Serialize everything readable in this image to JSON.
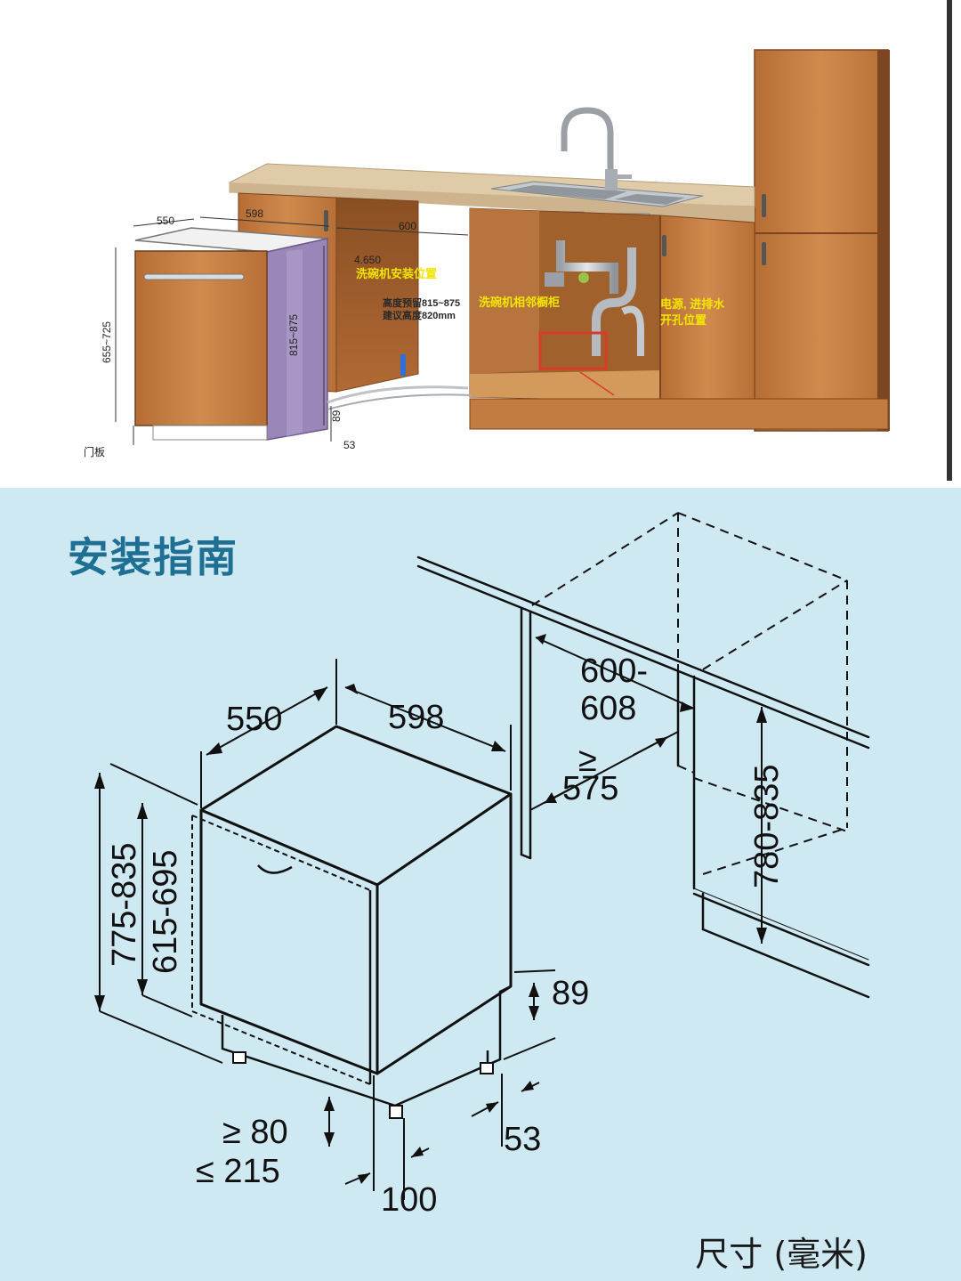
{
  "top_illustration": {
    "dims": {
      "width_depth": "550",
      "width_front": "598",
      "opening_width": "600",
      "height_body": "655~725",
      "height_side": "815~875",
      "plinth_height": "89",
      "toe_depth": "53",
      "opening_small": "4.650"
    },
    "labels": {
      "install_position": "洗碗机安装位置",
      "height_reserved": "高度预留815~875",
      "height_suggested": "建议高度820mm",
      "adjacent_cabinet": "洗碗机相邻橱柜",
      "power_water_line1": "电源, 进排水",
      "power_water_line2": "开孔位置",
      "door_panel": "门板"
    }
  },
  "guide": {
    "title": "安装指南",
    "dims": {
      "depth": "550",
      "width": "598",
      "niche_width_line1": "600-",
      "niche_width_line2": "608",
      "min_depth_symbol": "≥",
      "min_depth": "575",
      "niche_height": "780-835",
      "total_height": "775-835",
      "door_height": "615-695",
      "plinth_height": "89",
      "toe_depth": "53",
      "foot_min": "≥ 80",
      "foot_max": "≤ 215",
      "foot_offset": "100"
    },
    "unit_label": "尺寸 (毫米)"
  },
  "colors": {
    "panel_background": "#cfe9f3",
    "title_color": "#1f6f93",
    "wood": "#c8824a",
    "counter": "#dcc6a4",
    "side_panel": "#9a86b8",
    "annotation_yellow": "#f2e600",
    "marker_red": "#d93b2b"
  }
}
